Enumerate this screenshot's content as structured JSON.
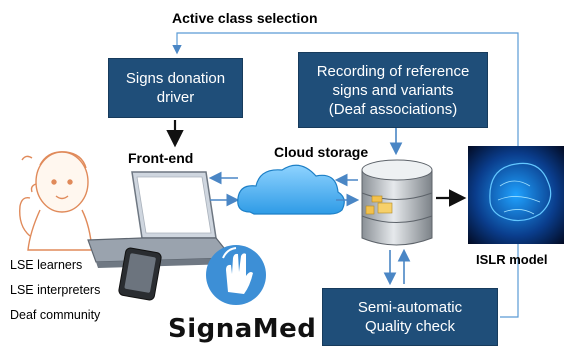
{
  "top_loop_label": "Active class selection",
  "boxes": {
    "signs_donation": [
      "Signs donation",
      "driver"
    ],
    "recording": [
      "Recording of reference",
      "signs and variants",
      "(Deaf associations)"
    ],
    "quality": [
      "Semi-automatic",
      "Quality check"
    ]
  },
  "labels": {
    "front_end": "Front-end",
    "cloud": "Cloud storage",
    "model": "ISLR model"
  },
  "audience": [
    "LSE learners",
    "LSE interpreters",
    "Deaf community"
  ],
  "brand": "SignaMed",
  "colors": {
    "box_fill": "#1f4e79",
    "arrow_blue": "#4a86c5",
    "loop_line": "#5b9bd5",
    "logo_blue": "#3d8fd6"
  }
}
